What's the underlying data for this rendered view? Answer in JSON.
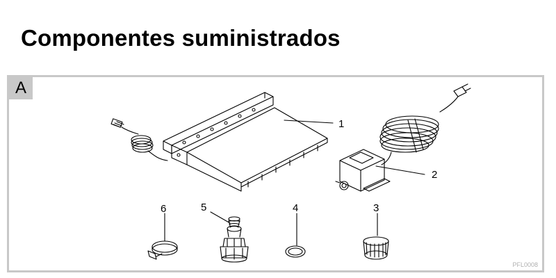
{
  "title": "Componentes suministrados",
  "figure": {
    "letter": "A",
    "reference_code": "PFL0008",
    "parts": [
      {
        "number": "1"
      },
      {
        "number": "2"
      },
      {
        "number": "3"
      },
      {
        "number": "4"
      },
      {
        "number": "5"
      },
      {
        "number": "6"
      }
    ]
  }
}
